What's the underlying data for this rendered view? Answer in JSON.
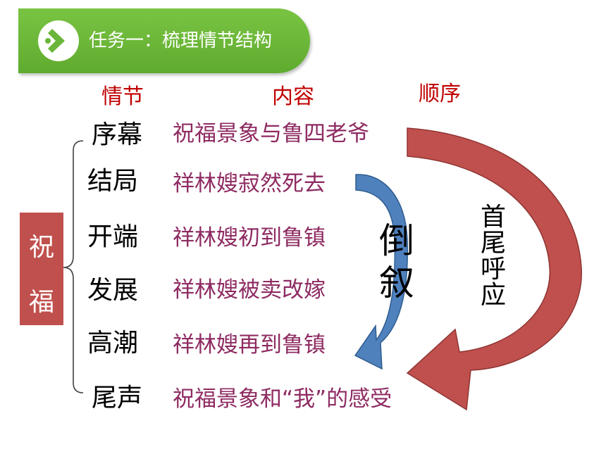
{
  "banner": {
    "title": "任务一：梳理情节结构",
    "icon": "chevron-right-icon",
    "color": "#6ab63a"
  },
  "headers": {
    "plot": "情节",
    "content": "内容",
    "order": "顺序"
  },
  "sidebox": {
    "chars": [
      "祝",
      "福"
    ],
    "color": "#c0504d"
  },
  "rows": [
    {
      "stage": "序幕",
      "content": "祝福景象与鲁四老爷"
    },
    {
      "stage": "结局",
      "content": "祥林嫂寂然死去"
    },
    {
      "stage": "开端",
      "content": "祥林嫂初到鲁镇"
    },
    {
      "stage": "发展",
      "content": "祥林嫂被卖改嫁"
    },
    {
      "stage": "高潮",
      "content": "祥林嫂再到鲁镇"
    },
    {
      "stage": "尾声",
      "content": "祝福景象和“我”的感受"
    }
  ],
  "labels": {
    "flashback": [
      "倒",
      "叙"
    ],
    "bookend": [
      "首",
      "尾",
      "呼",
      "应"
    ]
  },
  "colors": {
    "header": "#c00000",
    "content": "#8e2b62",
    "blue_arrow": "#4f81bd",
    "red_arrow": "#c0504d"
  }
}
